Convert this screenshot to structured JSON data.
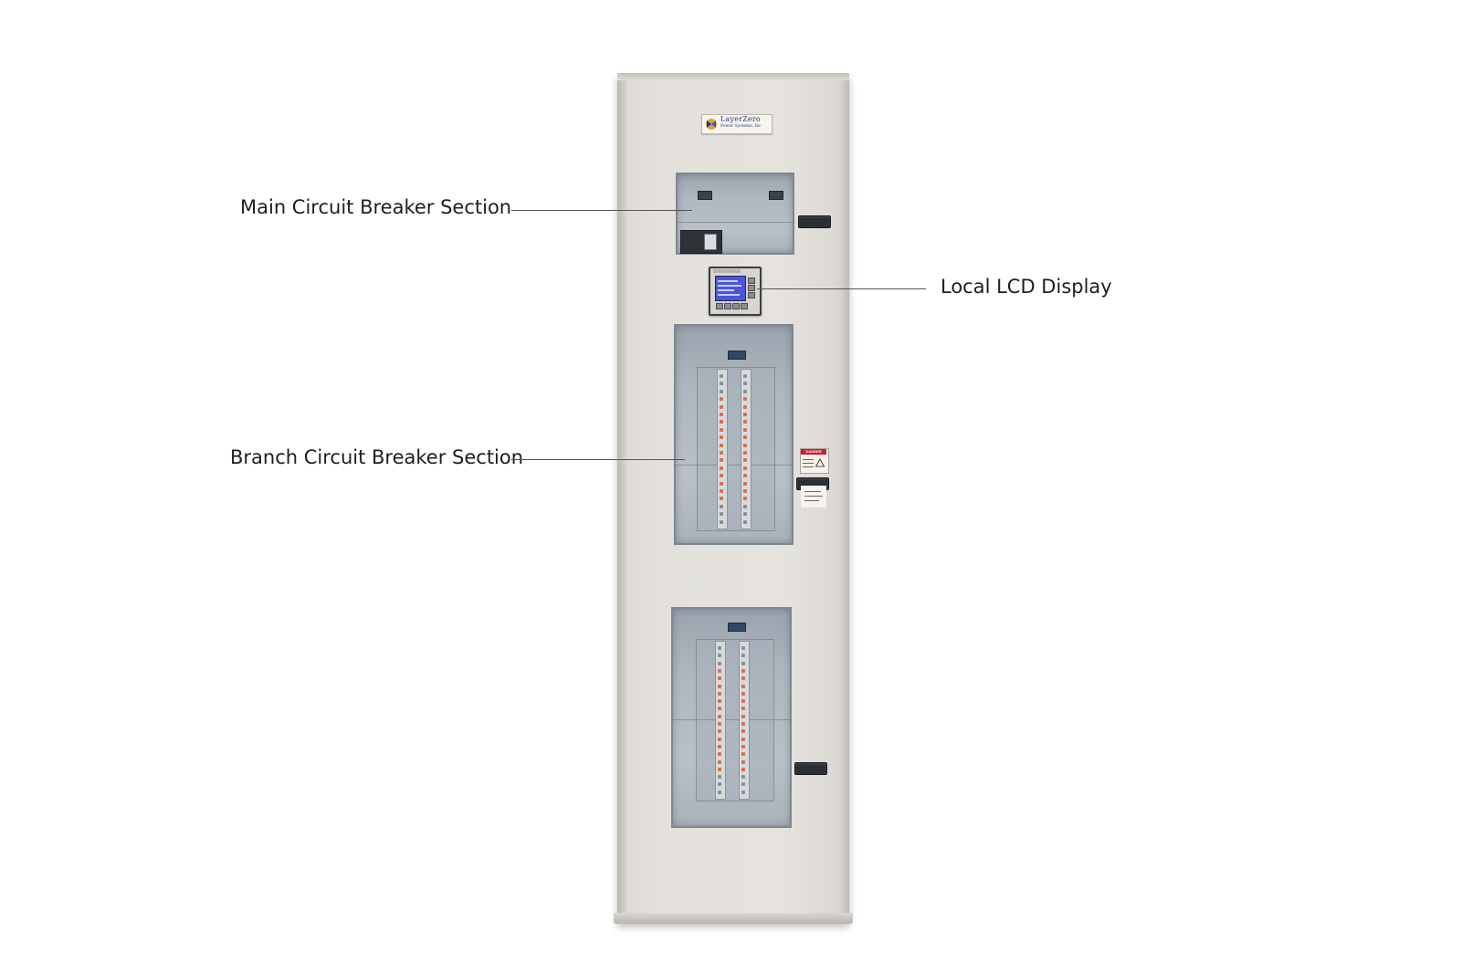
{
  "callouts": {
    "main_breaker": "Main Circuit Breaker Section",
    "lcd_display": "Local LCD Display",
    "branch_breaker": "Branch Circuit Breaker Section"
  },
  "logo": {
    "brand": "LayerZero",
    "subtitle": "Power Systems, Inc"
  },
  "labels": {
    "danger": "DANGER"
  },
  "colors": {
    "cabinet": "#e4e1dc",
    "window_glass": "#aeb6bf",
    "lcd_screen": "#4a55d8",
    "danger_red": "#c8202a",
    "breaker_accent": "#d9704a",
    "callout_line": "#555555"
  }
}
